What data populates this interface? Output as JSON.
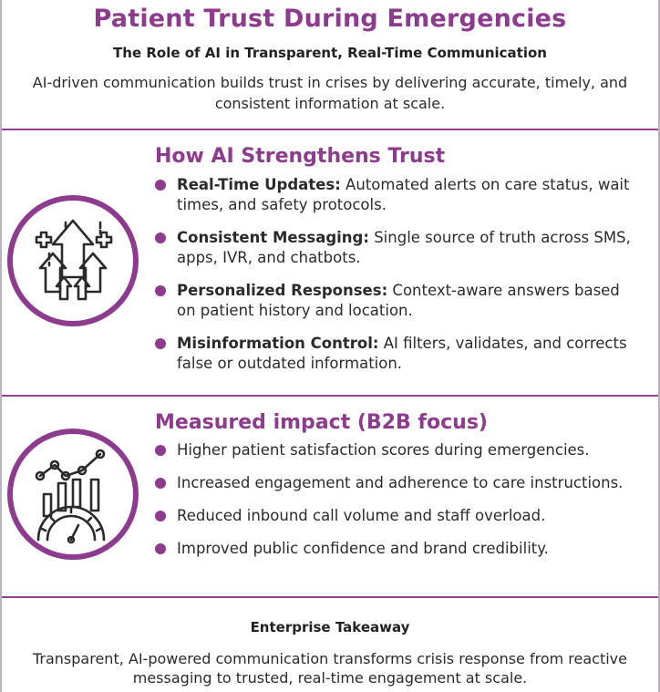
{
  "header": {
    "title": "Patient Trust During Emergencies",
    "subtitle": "The Role of AI in Transparent, Real-Time Communication",
    "intro": "AI-driven communication builds trust in crises by delivering accurate, timely, and consistent information at scale."
  },
  "section1": {
    "title": "How AI Strengthens Trust",
    "icon": "trust-growth-arrows-icon",
    "items": [
      {
        "lead": "Real-Time Updates:",
        "text": " Automated alerts on care status, wait times, and safety protocols."
      },
      {
        "lead": "Consistent Messaging:",
        "text": " Single source of truth across SMS, apps, IVR, and chatbots."
      },
      {
        "lead": "Personalized Responses:",
        "text": " Context-aware answers based on patient history and location."
      },
      {
        "lead": "Misinformation Control:",
        "text": " AI filters, validates, and corrects false or outdated information."
      }
    ]
  },
  "section2": {
    "title": "Measured impact (B2B focus)",
    "icon": "analytics-gauge-icon",
    "items": [
      "Higher patient satisfaction scores during emergencies.",
      "Increased engagement and adherence to care instructions.",
      "Reduced inbound call volume and staff overload.",
      "Improved public confidence and brand credibility."
    ]
  },
  "footer": {
    "title": "Enterprise Takeaway",
    "text": "Transparent, AI-powered communication transforms crisis response from reactive messaging to trusted, real-time engagement at scale."
  },
  "colors": {
    "accent": "#8e3a8e",
    "divider": "#9a3f97",
    "text": "#2b2b2b"
  }
}
